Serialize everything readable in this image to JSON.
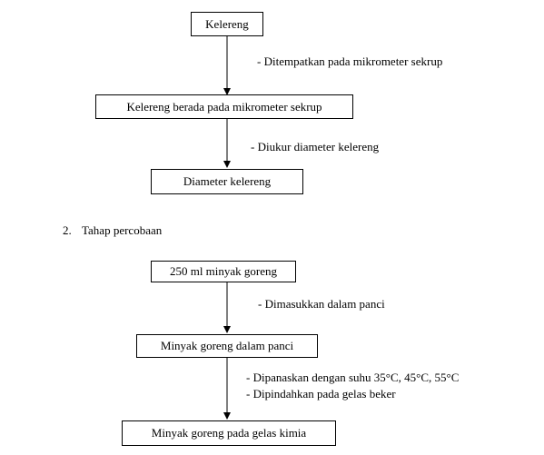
{
  "part1": {
    "box1": "Kelereng",
    "note1": "-  Ditempatkan pada mikrometer sekrup",
    "box2": "Kelereng berada pada mikrometer sekrup",
    "note2": "-  Diukur diameter kelereng",
    "box3": "Diameter kelereng"
  },
  "part2": {
    "heading_number": "2.",
    "heading_text": "Tahap percobaan",
    "box1": "250 ml minyak goreng",
    "note1": "-  Dimasukkan dalam panci",
    "box2": "Minyak goreng dalam panci",
    "note2_line1": "-  Dipanaskan dengan suhu 35°C, 45°C, 55°C",
    "note2_line2": "-  Dipindahkan pada gelas beker",
    "box3": "Minyak goreng pada gelas kimia"
  }
}
